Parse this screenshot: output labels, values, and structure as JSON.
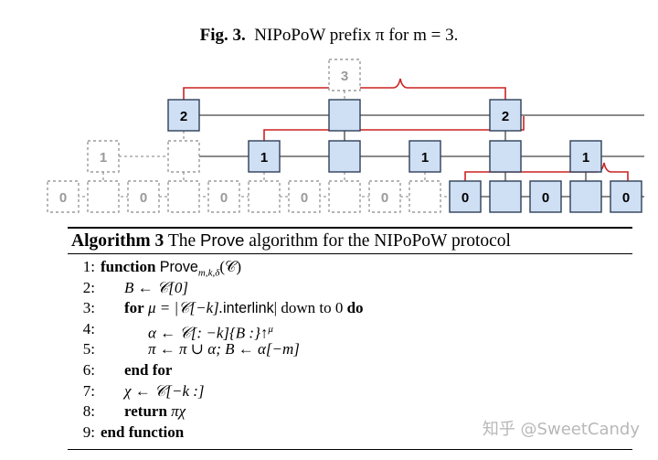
{
  "caption": {
    "label": "Fig. 3.",
    "text": "NIPoPoW prefix π for m = 3."
  },
  "diagram": {
    "levels": [
      "0",
      "1",
      "2",
      "3"
    ],
    "solid_label_level0": "0",
    "solid_label_level1": "1",
    "solid_label_level2": "2",
    "dashed_label_level3": "3"
  },
  "algorithm": {
    "label": "Algorithm 3",
    "title_pre": "The",
    "title_func": "Prove",
    "title_post": "algorithm for the NIPoPoW protocol",
    "lines": [
      {
        "num": "1:",
        "text": "function Prove_{m,k,δ}(C)"
      },
      {
        "num": "2:",
        "text": "B ← C[0]"
      },
      {
        "num": "3:",
        "text": "for μ = |C[−k].interlink| down to 0 do"
      },
      {
        "num": "4:",
        "text": "α ← C[: −k]{B :}↑^μ"
      },
      {
        "num": "5:",
        "text": "π ← π ∪ α; B ← α[−m]"
      },
      {
        "num": "6:",
        "text": "end for"
      },
      {
        "num": "7:",
        "text": "χ ← C[−k :]"
      },
      {
        "num": "8:",
        "text": "return πχ"
      },
      {
        "num": "9:",
        "text": "end function"
      }
    ],
    "l1_kw": "function",
    "l1_name": "Prove",
    "l1_sub": "m,k,δ",
    "l1_arg": "(𝒞)",
    "l2": "B ← 𝒞[0]",
    "l3_kw_for": "for",
    "l3_mid": "μ = |𝒞[−k].",
    "l3_interlink": "interlink",
    "l3_rest": "| down to 0",
    "l3_kw_do": "do",
    "l4_main": "α ← 𝒞[: −k]{B :}↑",
    "l4_sup": "μ",
    "l5": "π ← π ∪ α; B ← α[−m]",
    "l6_kw": "end for",
    "l7": "χ ← 𝒞[−k :]",
    "l8_kw": "return",
    "l8_expr": "πχ",
    "l9_kw": "end function"
  },
  "watermark": "知乎 @SweetCandy"
}
